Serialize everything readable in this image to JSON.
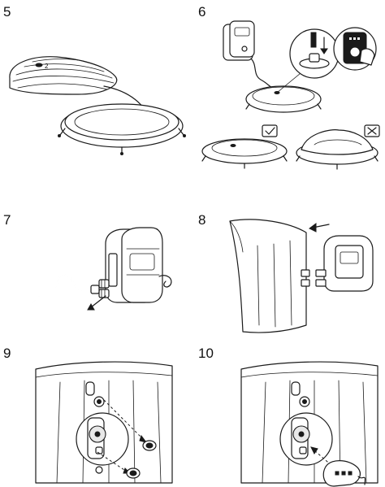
{
  "steps": [
    {
      "number": "5",
      "callout": "2"
    },
    {
      "number": "6"
    },
    {
      "number": "7"
    },
    {
      "number": "8"
    },
    {
      "number": "9"
    },
    {
      "number": "10"
    }
  ],
  "verdict_icons": [
    "check-icon",
    "cross-icon"
  ],
  "colors": {
    "line": "#1a1a1a",
    "background": "#ffffff",
    "fill_gray": "#e8e8e8"
  }
}
